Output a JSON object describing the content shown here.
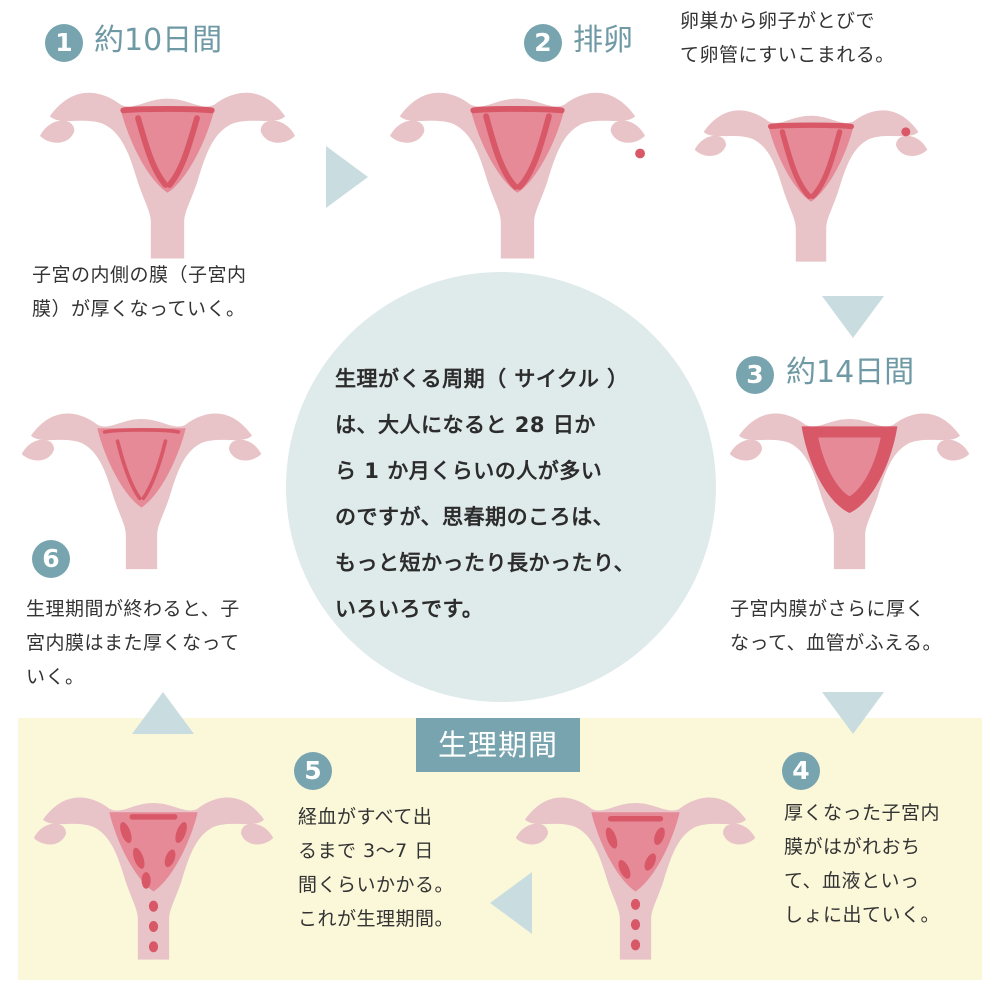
{
  "colors": {
    "uterus_body": "#e8c4c8",
    "lining": "#d85868",
    "cavity": "#e58a96",
    "accent": "#77a4ae",
    "circle": "#dfeaeb",
    "period_band": "#fbf8da",
    "arrow": "#c9dde0"
  },
  "center_text": [
    "生理がくる周期（ サイクル ）",
    "は、大人になると 28 日か",
    "ら 1 か月くらいの人が多い",
    "のですが、思春期のころは、",
    "もっと短かったり長かったり、",
    "いろいろです。"
  ],
  "period_label": "生理期間",
  "steps": {
    "s1": {
      "number": "1",
      "title": "約10日間",
      "lines": [
        "子宮の内側の膜（子宮内",
        "膜）が厚くなっていく。"
      ]
    },
    "s2": {
      "number": "2",
      "title": "排卵",
      "lines": [
        "卵巣から卵子がとびで",
        "て卵管にすいこまれる。"
      ]
    },
    "s3": {
      "number": "3",
      "title": "約14日間",
      "lines": [
        "子宮内膜がさらに厚く",
        "なって、血管がふえる。"
      ]
    },
    "s4": {
      "number": "4",
      "lines": [
        "厚くなった子宮内",
        "膜がはがれおち",
        "て、血液といっ",
        "しょに出ていく。"
      ]
    },
    "s5": {
      "number": "5",
      "lines": [
        "経血がすべて出",
        "るまで 3～7 日",
        "間くらいかかる。",
        "これが生理期間。"
      ]
    },
    "s6": {
      "number": "6",
      "lines": [
        "生理期間が終わると、子",
        "宮内膜はまた厚くなって",
        "いく。"
      ]
    }
  }
}
